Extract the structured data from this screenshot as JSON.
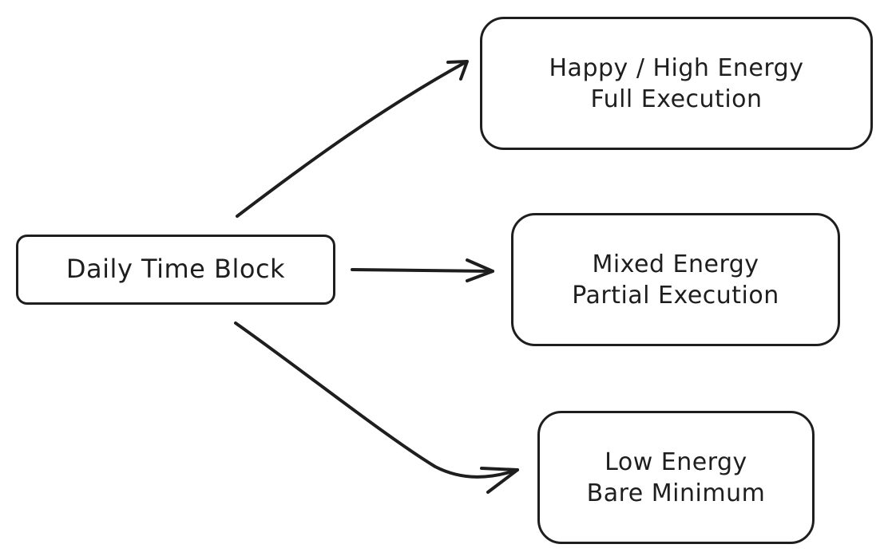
{
  "diagram": {
    "source": {
      "label": "Daily Time Block"
    },
    "targets": [
      {
        "line1": "Happy / High Energy",
        "line2": "Full Execution"
      },
      {
        "line1": "Mixed Energy",
        "line2": "Partial Execution"
      },
      {
        "line1": "Low Energy",
        "line2": "Bare Minimum"
      }
    ],
    "edges": [
      {
        "from": "Daily Time Block",
        "to": "Happy / High Energy"
      },
      {
        "from": "Daily Time Block",
        "to": "Mixed Energy"
      },
      {
        "from": "Daily Time Block",
        "to": "Low Energy"
      }
    ],
    "colors": {
      "stroke": "#1e1e1e",
      "background": "#ffffff"
    }
  }
}
